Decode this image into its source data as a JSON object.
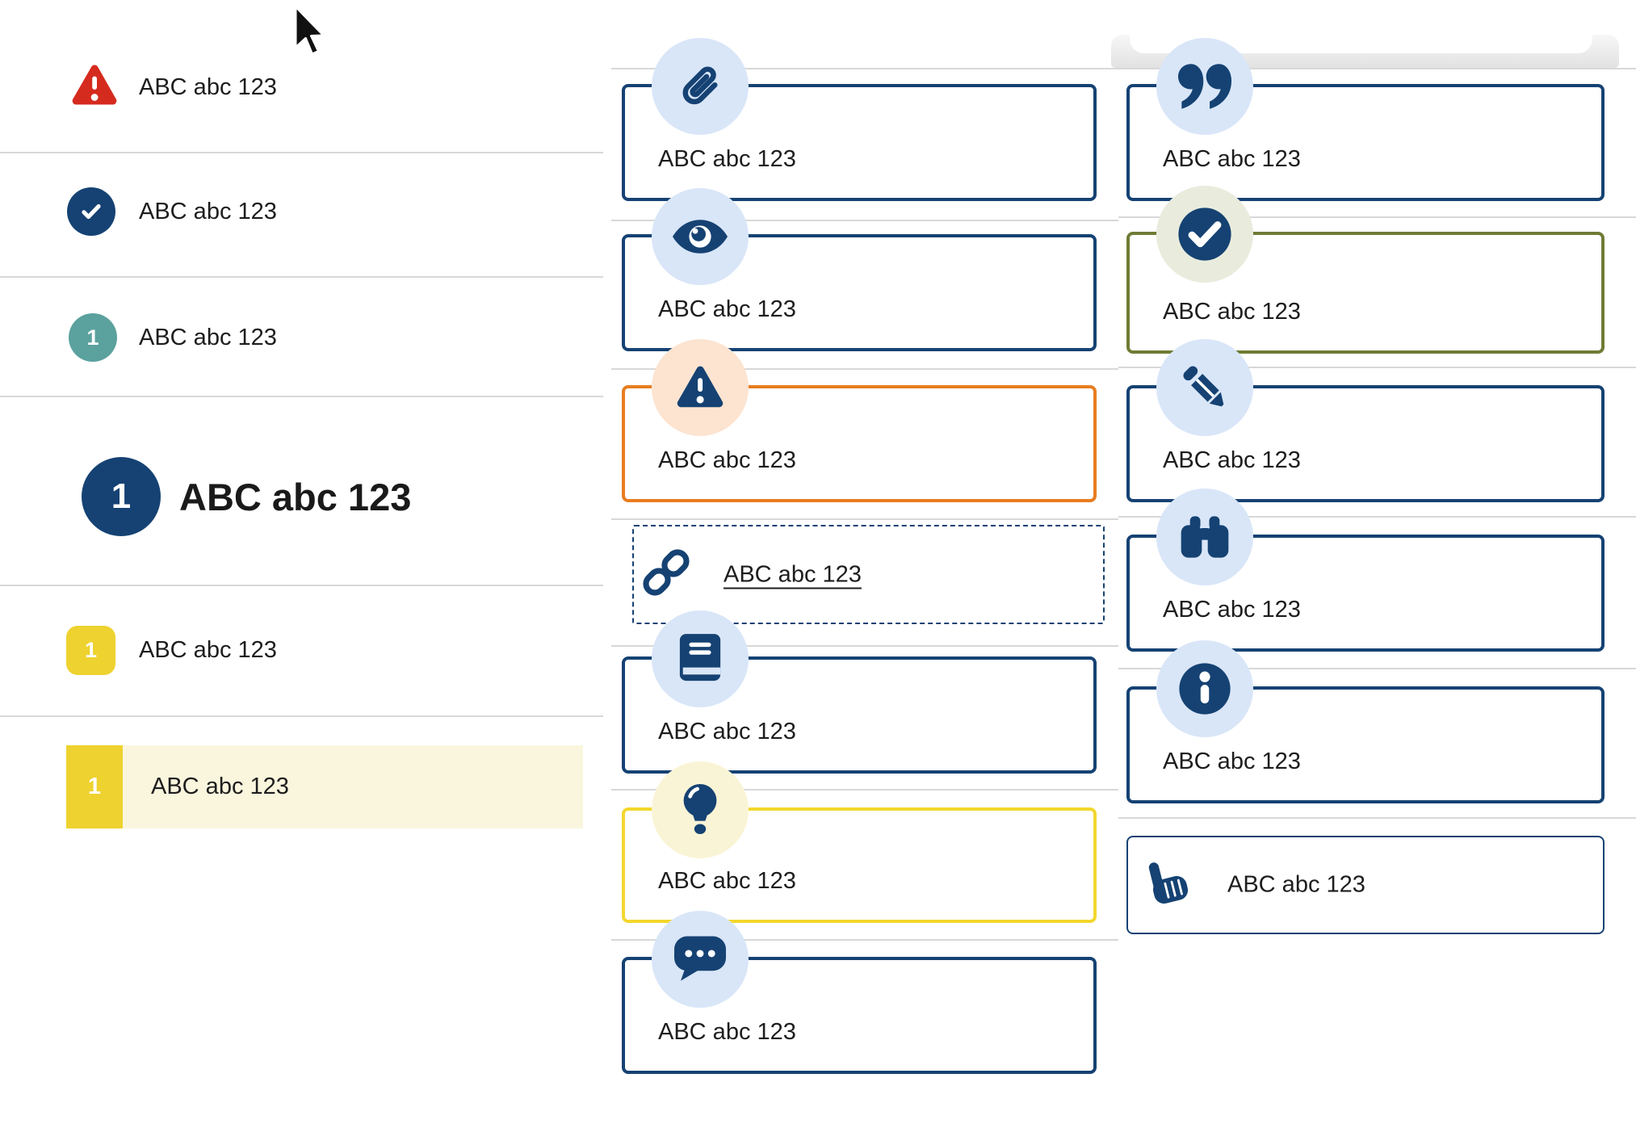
{
  "colors": {
    "navy": "#154273",
    "red": "#d52b1e",
    "teal": "#5ba19e",
    "yellow": "#eed22f",
    "yellow_border": "#f3d72e",
    "orange_border": "#e87d1f",
    "olive_border": "#6f7c35",
    "highlight_cream": "#faf6de",
    "icon_circle_blue": "#d9e6f8",
    "icon_circle_peach": "#fce4d1",
    "icon_circle_cream": "#faf4d6",
    "icon_circle_sage": "#e9ecdd",
    "divider_gray": "#d8d8d8"
  },
  "left_list": {
    "items": [
      {
        "icon": "warning-triangle-icon",
        "label": "ABC abc 123",
        "variant": "alert-red"
      },
      {
        "icon": "check-circle-icon",
        "label": "ABC abc 123",
        "variant": "check-navy"
      },
      {
        "badge": "1",
        "label": "ABC abc 123",
        "variant": "step-teal"
      },
      {
        "badge": "1",
        "label": "ABC abc 123",
        "variant": "step-navy-large-heading"
      },
      {
        "badge": "1",
        "label": "ABC abc 123",
        "variant": "step-yellow"
      },
      {
        "badge": "1",
        "label": "ABC abc 123",
        "variant": "step-yellow-highlighted"
      }
    ]
  },
  "middle_cards": [
    {
      "icon": "paperclip-icon",
      "label": "ABC abc 123",
      "style": "navy"
    },
    {
      "icon": "eye-icon",
      "label": "ABC abc 123",
      "style": "navy"
    },
    {
      "icon": "warning-triangle-icon",
      "label": "ABC abc 123",
      "style": "orange"
    },
    {
      "icon": "link-icon",
      "label": "ABC abc 123",
      "style": "dashed-link"
    },
    {
      "icon": "book-icon",
      "label": "ABC abc 123",
      "style": "navy"
    },
    {
      "icon": "lightbulb-icon",
      "label": "ABC abc 123",
      "style": "yellow"
    },
    {
      "icon": "speech-bubble-icon",
      "label": "ABC abc 123",
      "style": "navy"
    }
  ],
  "right_cards": [
    {
      "icon": "quote-icon",
      "label": "ABC abc 123",
      "style": "navy"
    },
    {
      "icon": "check-circle-icon",
      "label": "ABC abc 123",
      "style": "olive"
    },
    {
      "icon": "pencil-icon",
      "label": "ABC abc 123",
      "style": "navy"
    },
    {
      "icon": "binoculars-icon",
      "label": "ABC abc 123",
      "style": "navy"
    },
    {
      "icon": "info-icon",
      "label": "ABC abc 123",
      "style": "navy"
    },
    {
      "icon": "hand-pointer-icon",
      "label": "ABC abc 123",
      "style": "navy-compact"
    }
  ]
}
